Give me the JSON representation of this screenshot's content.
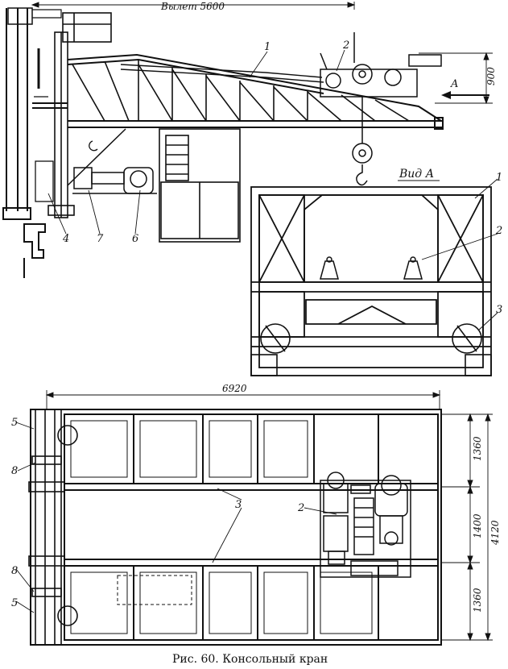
{
  "figure": {
    "caption": "Рис. 60. Консольный кран",
    "view_a_title": "Вид А",
    "arrow_letter": "A",
    "reach_label": "Вылет 5600",
    "height_dim": "900",
    "plan_width": "6920",
    "plan_dims": {
      "top": "1360",
      "middle": "1400",
      "bottom": "1360",
      "total": "4120"
    },
    "side_view_labels": {
      "l1": "1",
      "l2": "2",
      "l4": "4",
      "l7": "7",
      "l6": "6"
    },
    "view_a_labels": {
      "l1": "1",
      "l2": "2",
      "l3": "3"
    },
    "plan_labels": {
      "l5_top": "5",
      "l8_top": "8",
      "l3": "3",
      "l2": "2",
      "l8_bot": "8",
      "l5_bot": "5"
    }
  }
}
